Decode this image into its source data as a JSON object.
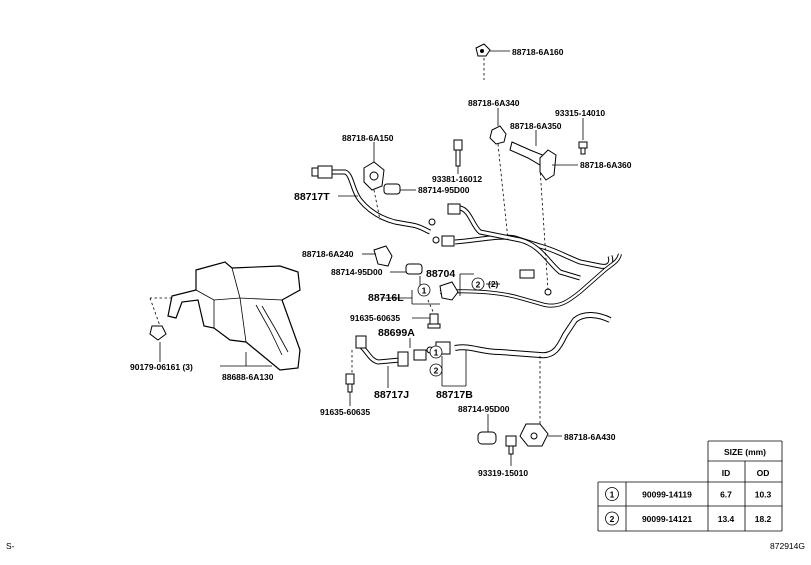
{
  "labels": {
    "p88718_6A160": "88718-6A160",
    "p88718_6A340": "88718-6A340",
    "p93315_14010": "93315-14010",
    "p88718_6A350": "88718-6A350",
    "p88718_6A150": "88718-6A150",
    "p93381_16012": "93381-16012",
    "p88718_6A360": "88718-6A360",
    "p88714_95D00_a": "88714-95D00",
    "p88717T": "88717T",
    "p88718_6A240": "88718-6A240",
    "p88714_95D00_b": "88714-95D00",
    "p88704": "88704",
    "p88716L": "88716L",
    "p91635_60635_a": "91635-60635",
    "p88699A": "88699A",
    "p90179_06161": "90179-06161 (3)",
    "p88688_6A130": "88688-6A130",
    "p88717J": "88717J",
    "p88717B": "88717B",
    "p91635_60635_b": "91635-60635",
    "p88714_95D00_c": "88714-95D00",
    "p88718_6A430": "88718-6A430",
    "p93319_15010": "93319-15010",
    "callout1": "1",
    "callout2": "2",
    "callout2_paren": "(2)",
    "callout1_b": "1",
    "callout2_b": "2"
  },
  "table": {
    "header": "SIZE (mm)",
    "col_id": "ID",
    "col_od": "OD",
    "rows": [
      {
        "mark": "1",
        "part": "90099-14119",
        "id": "6.7",
        "od": "10.3"
      },
      {
        "mark": "2",
        "part": "90099-14121",
        "id": "13.4",
        "od": "18.2"
      }
    ]
  },
  "footer": {
    "left": "S-",
    "right": "872914G"
  }
}
